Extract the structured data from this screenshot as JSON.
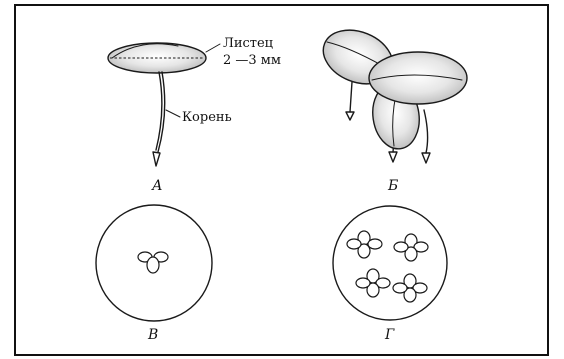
{
  "panels": {
    "a": {
      "letter": "А"
    },
    "b": {
      "letter": "Б"
    },
    "c": {
      "letter": "В"
    },
    "d": {
      "letter": "Г"
    }
  },
  "labels": {
    "leaf_name": "Листец",
    "leaf_size": "2 —3 мм",
    "root": "Корень"
  }
}
